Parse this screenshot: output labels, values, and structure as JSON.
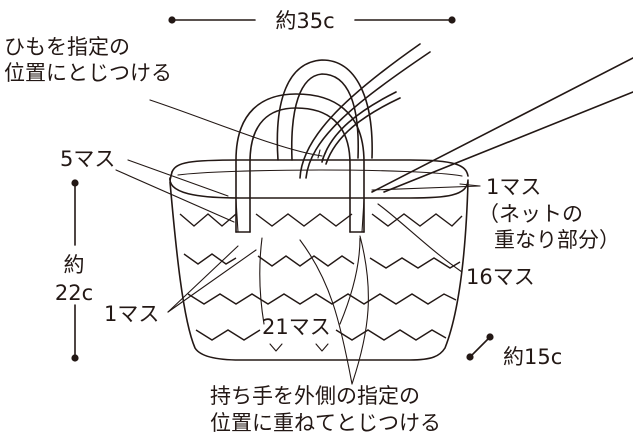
{
  "labels": {
    "width": "約35c",
    "tie_instruction_line1": "ひもを指定の",
    "tie_instruction_line2": "位置にとじつける",
    "five_squares": "5マス",
    "one_square_right": "1マス",
    "net_overlap_line1": "（ネットの",
    "net_overlap_line2": "重なり部分）",
    "height_line1": "約",
    "height_line2": "22c",
    "sixteen_squares": "16マス",
    "one_square_left": "1マス",
    "twenty_one_squares": "21マス",
    "depth": "約15c",
    "handle_instruction_line1": "持ち手を外側の指定の",
    "handle_instruction_line2": "位置に重ねてとじつける"
  }
}
